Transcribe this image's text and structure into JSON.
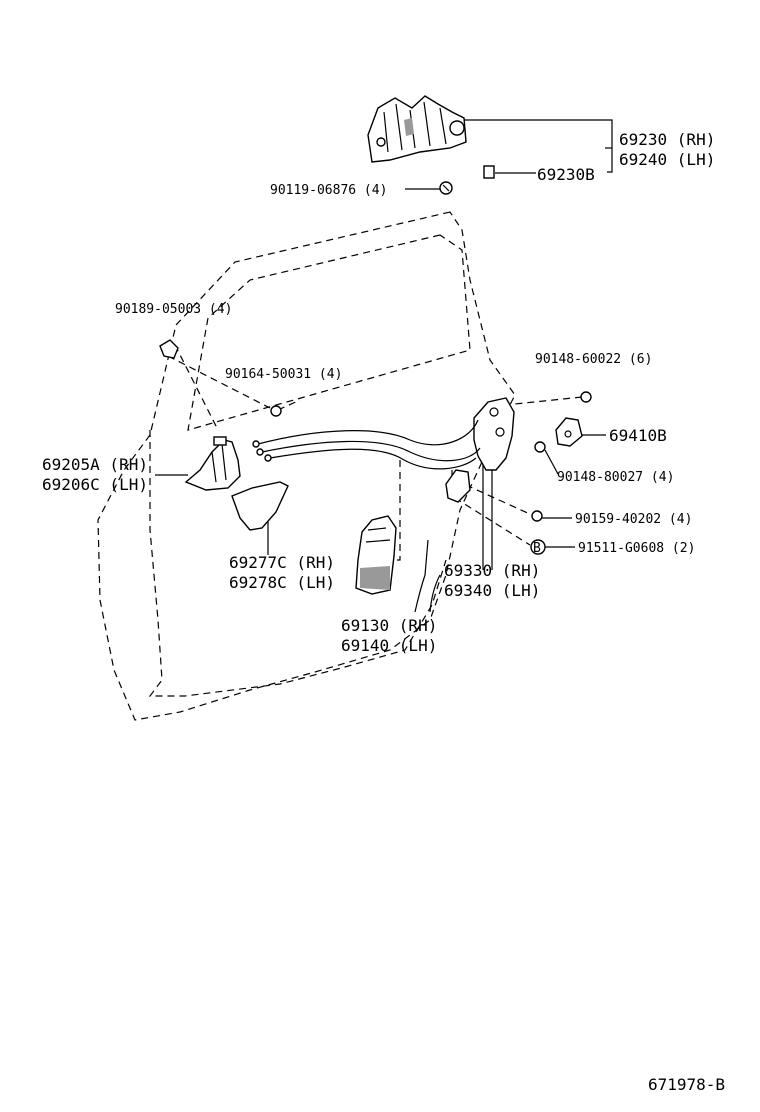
{
  "diagram": {
    "parts": {
      "p69230": "69230 (RH)",
      "p69240": "69240 (LH)",
      "p69230B": "69230B",
      "b90119": "90119-06876 (4)",
      "b90189": "90189-05003 (4)",
      "b90164": "90164-50031 (4)",
      "b90148a": "90148-60022 (6)",
      "p69410B": "69410B",
      "b90148b": "90148-80027 (4)",
      "p69205A": "69205A (RH)",
      "p69206C": "69206C (LH)",
      "b90159": "90159-40202 (4)",
      "b91511": "91511-G0608 (2)",
      "p69277C": "69277C (RH)",
      "p69278C": "69278C (LH)",
      "p69330": "69330 (RH)",
      "p69340": "69340 (LH)",
      "p69130": "69130 (RH)",
      "p69140": "69140 (LH)"
    },
    "bolt_marker": "B",
    "reference_code": "671978-B"
  }
}
